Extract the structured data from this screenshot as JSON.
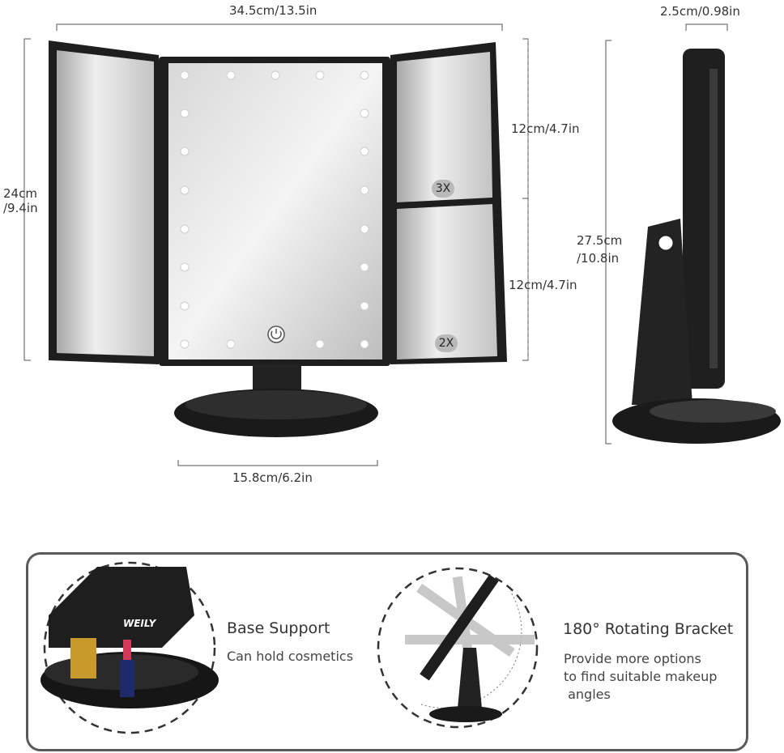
{
  "dimensions": {
    "total_width": "34.5cm/13.5in",
    "height_line1": "24cm",
    "height_line2": "/9.4in",
    "upper_side_panel": "12cm/4.7in",
    "lower_side_panel": "12cm/4.7in",
    "base_width": "15.8cm/6.2in",
    "depth": "2.5cm/0.98in",
    "total_height_line1": "27.5cm",
    "total_height_line2": "/10.8in"
  },
  "magnification": {
    "upper": "3X",
    "lower": "2X"
  },
  "logo_text": "WEILY",
  "features": [
    {
      "title": "Base Support",
      "description": "Can hold cosmetics"
    },
    {
      "title": "180° Rotating Bracket",
      "description": "Provide more options\nto find suitable makeup\n angles"
    }
  ],
  "colors": {
    "mirror_frame": "#1e1e1e",
    "panel_border": "#5a5a5a",
    "text": "#333333"
  }
}
